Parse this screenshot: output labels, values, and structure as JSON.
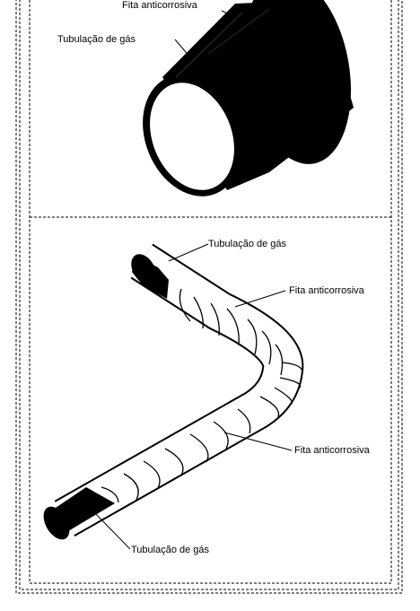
{
  "top_panel": {
    "label_tape": "Fita anticorrosiva",
    "label_pipe": "Tubulação de gás"
  },
  "bottom_panel": {
    "label_pipe_top": "Tubulação de gás",
    "label_tape_upper": "Fita anticorrosiva",
    "label_tape_lower": "Fita anticorrosiva",
    "label_pipe_bottom": "Tubulação de gás"
  },
  "colors": {
    "ink": "#000000",
    "paper": "#ffffff"
  }
}
